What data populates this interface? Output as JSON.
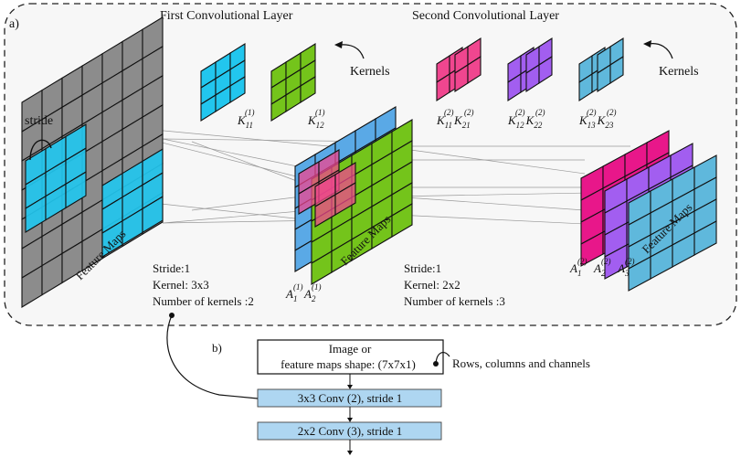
{
  "panel_a": {
    "label": "a)",
    "first_layer_title": "First Convolutional Layer",
    "second_layer_title": "Second Convolutional Layer",
    "stride_label": "stride",
    "kernels_label_1": "Kernels",
    "kernels_label_2": "Kernels",
    "kernel_names_1": [
      "K",
      "K"
    ],
    "kernel_subs_1": [
      "11",
      "12"
    ],
    "kernel_sups_1": [
      "(1)",
      "(1)"
    ],
    "kernel_groups_2": [
      {
        "k1": "K",
        "s1": "11",
        "p1": "(2)",
        "k2": "K",
        "s2": "21",
        "p2": "(2)"
      },
      {
        "k1": "K",
        "s1": "12",
        "p1": "(2)",
        "k2": "K",
        "s2": "22",
        "p2": "(2)"
      },
      {
        "k1": "K",
        "s1": "13",
        "p1": "(2)",
        "k2": "K",
        "s2": "23",
        "p2": "(2)"
      }
    ],
    "feature_maps_label_1": "Feature Maps",
    "feature_maps_label_2": "Feature Maps",
    "feature_maps_label_3": "Feature Maps",
    "layer1_params": [
      "Stride:1",
      "Kernel: 3x3",
      "Number of kernels :2"
    ],
    "layer2_params": [
      "Stride:1",
      "Kernel: 2x2",
      "Number of kernels :3"
    ],
    "a1_maps": [
      {
        "n": "A",
        "s": "1",
        "p": "(1)"
      },
      {
        "n": "A",
        "s": "2",
        "p": "(1)"
      }
    ],
    "a2_maps": [
      {
        "n": "A",
        "s": "1",
        "p": "(2)"
      },
      {
        "n": "A",
        "s": "2",
        "p": "(2)"
      },
      {
        "n": "A",
        "s": "3",
        "p": "(2)"
      }
    ]
  },
  "panel_b": {
    "label": "b)",
    "input_box_line1": "Image or",
    "input_box_line2": "feature maps shape: (7x7x1)",
    "input_annotation": "Rows, columns and channels",
    "conv1_box": "3x3 Conv (2), stride 1",
    "conv2_box": "2x2 Conv (3), stride 1"
  },
  "colors": {
    "gray": "#8c8c8c",
    "cyan": "#22c6ee",
    "green": "#74c41b",
    "blue": "#5aa9e6",
    "pink": "#f0468f",
    "magenta": "#e8178a",
    "purple": "#a25ef0",
    "steel": "#5fb8dc",
    "flow_box": "#aed6f1"
  }
}
